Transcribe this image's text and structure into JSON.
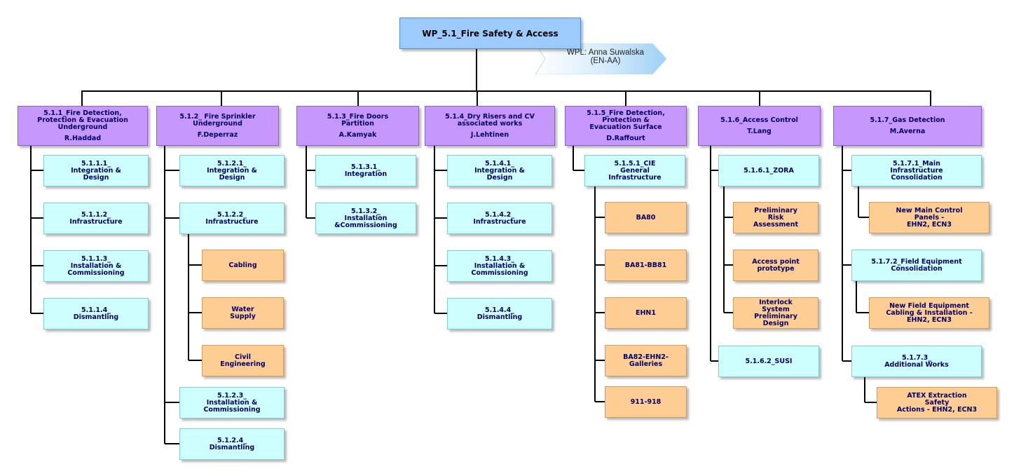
{
  "title": "WP_5.1_Fire Safety & Access",
  "wpl": "WPL: Anna Suwalska\n(EN-AA)",
  "colors": {
    "title_box": "#9ecbff",
    "work_package": "#c697fd",
    "task": "#ccfffe",
    "subtask": "#fecd94",
    "text": "#000066",
    "connector": "#000000"
  },
  "work_packages": [
    {
      "title": "5.1.1_Fire Detection,\nProtection & Evacuation\nUnderground",
      "manager": "R.Haddad",
      "tasks": [
        {
          "label": "5.1.1.1_\nIntegration &\nDesign",
          "subtasks": []
        },
        {
          "label": "5.1.1.2_\nInfrastructure",
          "subtasks": []
        },
        {
          "label": "5.1.1.3_\nInstallation &\nCommissioning",
          "subtasks": []
        },
        {
          "label": "5.1.1.4_\nDismantling",
          "subtasks": []
        }
      ]
    },
    {
      "title": "5.1.2_ Fire Sprinkler\nUnderground",
      "manager": "F.Deperraz",
      "tasks": [
        {
          "label": "5.1.2.1_\nIntegration &\nDesign",
          "subtasks": []
        },
        {
          "label": "5.1.2.2_\nInfrastructure",
          "subtasks": [
            "Cabling",
            "Water\nSupply",
            "Civil\nEngineering"
          ]
        },
        {
          "label": "5.1.2.3_\nInstallation &\nCommissioning",
          "subtasks": []
        },
        {
          "label": "5.1.2.4_\nDismantling",
          "subtasks": []
        }
      ]
    },
    {
      "title": "5.1.3_Fire Doors\nPartition",
      "manager": "A.Kamyak",
      "tasks": [
        {
          "label": "5.1.3.1_\nIntegration",
          "subtasks": []
        },
        {
          "label": "5.1.3.2_\nInstallation\n&Commissioning",
          "subtasks": []
        }
      ]
    },
    {
      "title": "5.1.4_Dry Risers and CV\nassociated works",
      "manager": "J.Lehtinen",
      "tasks": [
        {
          "label": "5.1.4.1_\nIntegration &\nDesign",
          "subtasks": []
        },
        {
          "label": "5.1.4.2_\nInfrastructure",
          "subtasks": []
        },
        {
          "label": "5.1.4.3_\nInstallation &\nCommissioning",
          "subtasks": []
        },
        {
          "label": "5.1.4.4_\nDismantling",
          "subtasks": []
        }
      ]
    },
    {
      "title": "5.1.5_Fire Detection,\nProtection &\nEvacuation Surface",
      "manager": "D.Raffourt",
      "tasks": [
        {
          "label": "5.1.5.1_CIE\nGeneral\nInfrastructure",
          "subtasks": [
            "BA80",
            "BA81-BB81",
            "EHN1",
            "BA82-EHN2-\nGalleries",
            "911-918"
          ]
        }
      ]
    },
    {
      "title": "5.1.6_Access Control",
      "manager": "T.Lang",
      "tasks": [
        {
          "label": "5.1.6.1_ZORA",
          "subtasks": [
            "Preliminary\nRisk\nAssessment",
            "Access point\nprototype",
            "Interlock\nSystem\nPreliminary\nDesign"
          ]
        },
        {
          "label": "5.1.6.2_SUSI",
          "subtasks": []
        }
      ]
    },
    {
      "title": "5.1.7_Gas Detection",
      "manager": "M.Averna",
      "tasks": [
        {
          "label": "5.1.7.1_Main\nInfrastructure\nConsolidation",
          "subtasks": [
            "New Main Control\nPanels -\nEHN2, ECN3"
          ]
        },
        {
          "label": "5.1.7.2_Field Equipment\nConsolidation",
          "subtasks": [
            "New Field Equipment\nCabling & Installation -\nEHN2, ECN3"
          ]
        },
        {
          "label": "5.1.7.3_\nAdditional Works",
          "subtasks": [
            "ATEX Extraction\nSafety\nActions - EHN2, ECN3"
          ]
        }
      ]
    }
  ]
}
